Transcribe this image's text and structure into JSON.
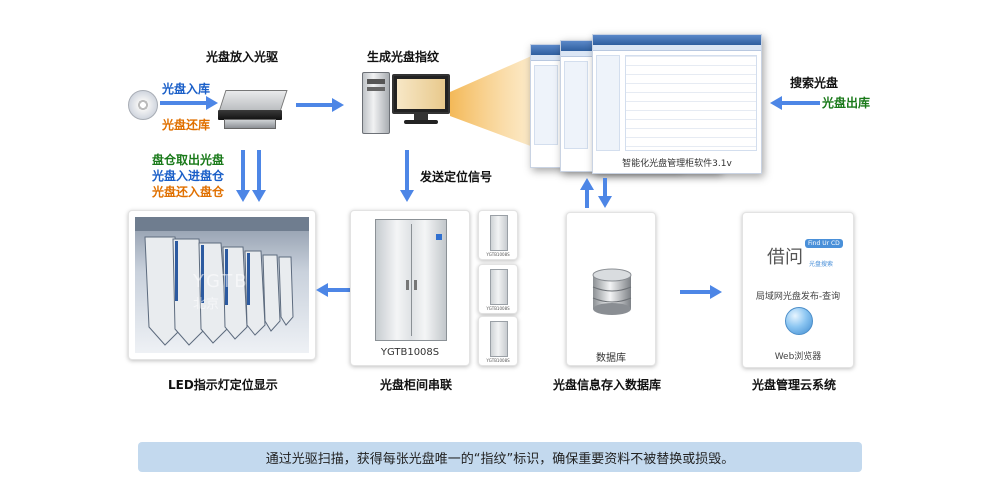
{
  "steps": {
    "load_drive": "光盘放入光驱",
    "fingerprint": "生成光盘指纹",
    "search": "搜索光盘",
    "send_signal": "发送定位信号",
    "led": "LED指示灯定位显示",
    "cabinet_chain": "光盘柜间串联",
    "db_store": "光盘信息存入数据库",
    "cloud": "光盘管理云系统"
  },
  "disc_ops": {
    "in": "光盘入库",
    "return": "光盘还库",
    "out": "光盘出库"
  },
  "cabinet_ops": [
    {
      "text": "盘仓取出光盘",
      "color": "#1a7a1a"
    },
    {
      "text": "光盘入进盘仓",
      "color": "#1a5fc8"
    },
    {
      "text": "光盘还入盘仓",
      "color": "#e07000"
    }
  ],
  "software": {
    "title": "智能化光盘管理柜软件3.1v"
  },
  "cabinet": {
    "model": "YGTB1008S",
    "small_model": "YGTB1008S"
  },
  "photo": {
    "watermark": "YGTB",
    "watermark_cn": "北京"
  },
  "database": {
    "label": "数据库"
  },
  "cloud_app": {
    "logo_text": "借问",
    "badge": "Find Ur CD",
    "tagline": "光盘搜索",
    "desc": "局域网光盘发布-查询",
    "browser": "Web浏览器"
  },
  "footer": {
    "text": "通过光驱扫描，获得每张光盘唯一的“指纹”标识，确保重要资料不被替换或损毁。"
  },
  "colors": {
    "arrow": "#4d86e6",
    "blue_label": "#1a5fc8",
    "orange_label": "#e07000",
    "green_label": "#1a7a1a",
    "footer_bg": "#c3d9ee"
  }
}
